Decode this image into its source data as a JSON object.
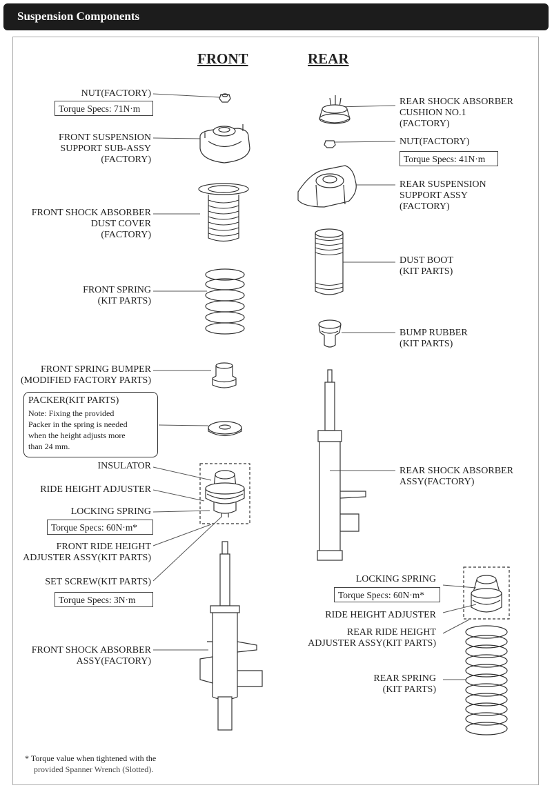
{
  "header": {
    "title": "Suspension Components"
  },
  "columns": {
    "front": "FRONT",
    "rear": "REAR"
  },
  "front": {
    "nut": "NUT(FACTORY)",
    "nut_torque": "Torque Specs: 71N·m",
    "support": [
      "FRONT SUSPENSION",
      "SUPPORT SUB-ASSY",
      "(FACTORY)"
    ],
    "dust_cover": [
      "FRONT SHOCK ABSORBER",
      "DUST COVER",
      "(FACTORY)"
    ],
    "spring": [
      "FRONT SPRING",
      "(KIT PARTS)"
    ],
    "bumper": [
      "FRONT SPRING BUMPER",
      "(MODIFIED FACTORY PARTS)"
    ],
    "packer_title": "PACKER(KIT PARTS)",
    "packer_note": [
      "Note: Fixing the provided",
      "Packer in the spring is needed",
      "when the height adjusts more",
      "than 24 mm."
    ],
    "insulator": "INSULATOR",
    "ride_height_adjuster": "RIDE HEIGHT ADJUSTER",
    "locking_spring": "LOCKING SPRING",
    "locking_torque": "Torque Specs: 60N·m*",
    "adjuster_assy": [
      "FRONT RIDE HEIGHT",
      "ADJUSTER ASSY(KIT PARTS)"
    ],
    "set_screw": "SET SCREW(KIT PARTS)",
    "set_screw_torque": "Torque Specs: 3N·m",
    "shock": [
      "FRONT SHOCK ABSORBER",
      "ASSY(FACTORY)"
    ]
  },
  "rear": {
    "cushion": [
      "REAR SHOCK ABSORBER",
      "CUSHION NO.1",
      "(FACTORY)"
    ],
    "nut": "NUT(FACTORY)",
    "nut_torque": "Torque Specs: 41N·m",
    "support": [
      "REAR SUSPENSION",
      "SUPPORT ASSY",
      "(FACTORY)"
    ],
    "dust_boot": [
      "DUST BOOT",
      "(KIT PARTS)"
    ],
    "bump_rubber": [
      "BUMP RUBBER",
      "(KIT PARTS)"
    ],
    "shock": [
      "REAR SHOCK ABSORBER",
      "ASSY(FACTORY)"
    ],
    "locking_spring": "LOCKING SPRING",
    "locking_torque": "Torque Specs: 60N·m*",
    "ride_height_adjuster": "RIDE HEIGHT ADJUSTER",
    "adjuster_assy": [
      "REAR RIDE HEIGHT",
      "ADJUSTER ASSY(KIT PARTS)"
    ],
    "spring": [
      "REAR SPRING",
      "(KIT PARTS)"
    ]
  },
  "footnote": [
    "* Torque value when tightened with the",
    "provided Spanner Wrench (Slotted)."
  ]
}
